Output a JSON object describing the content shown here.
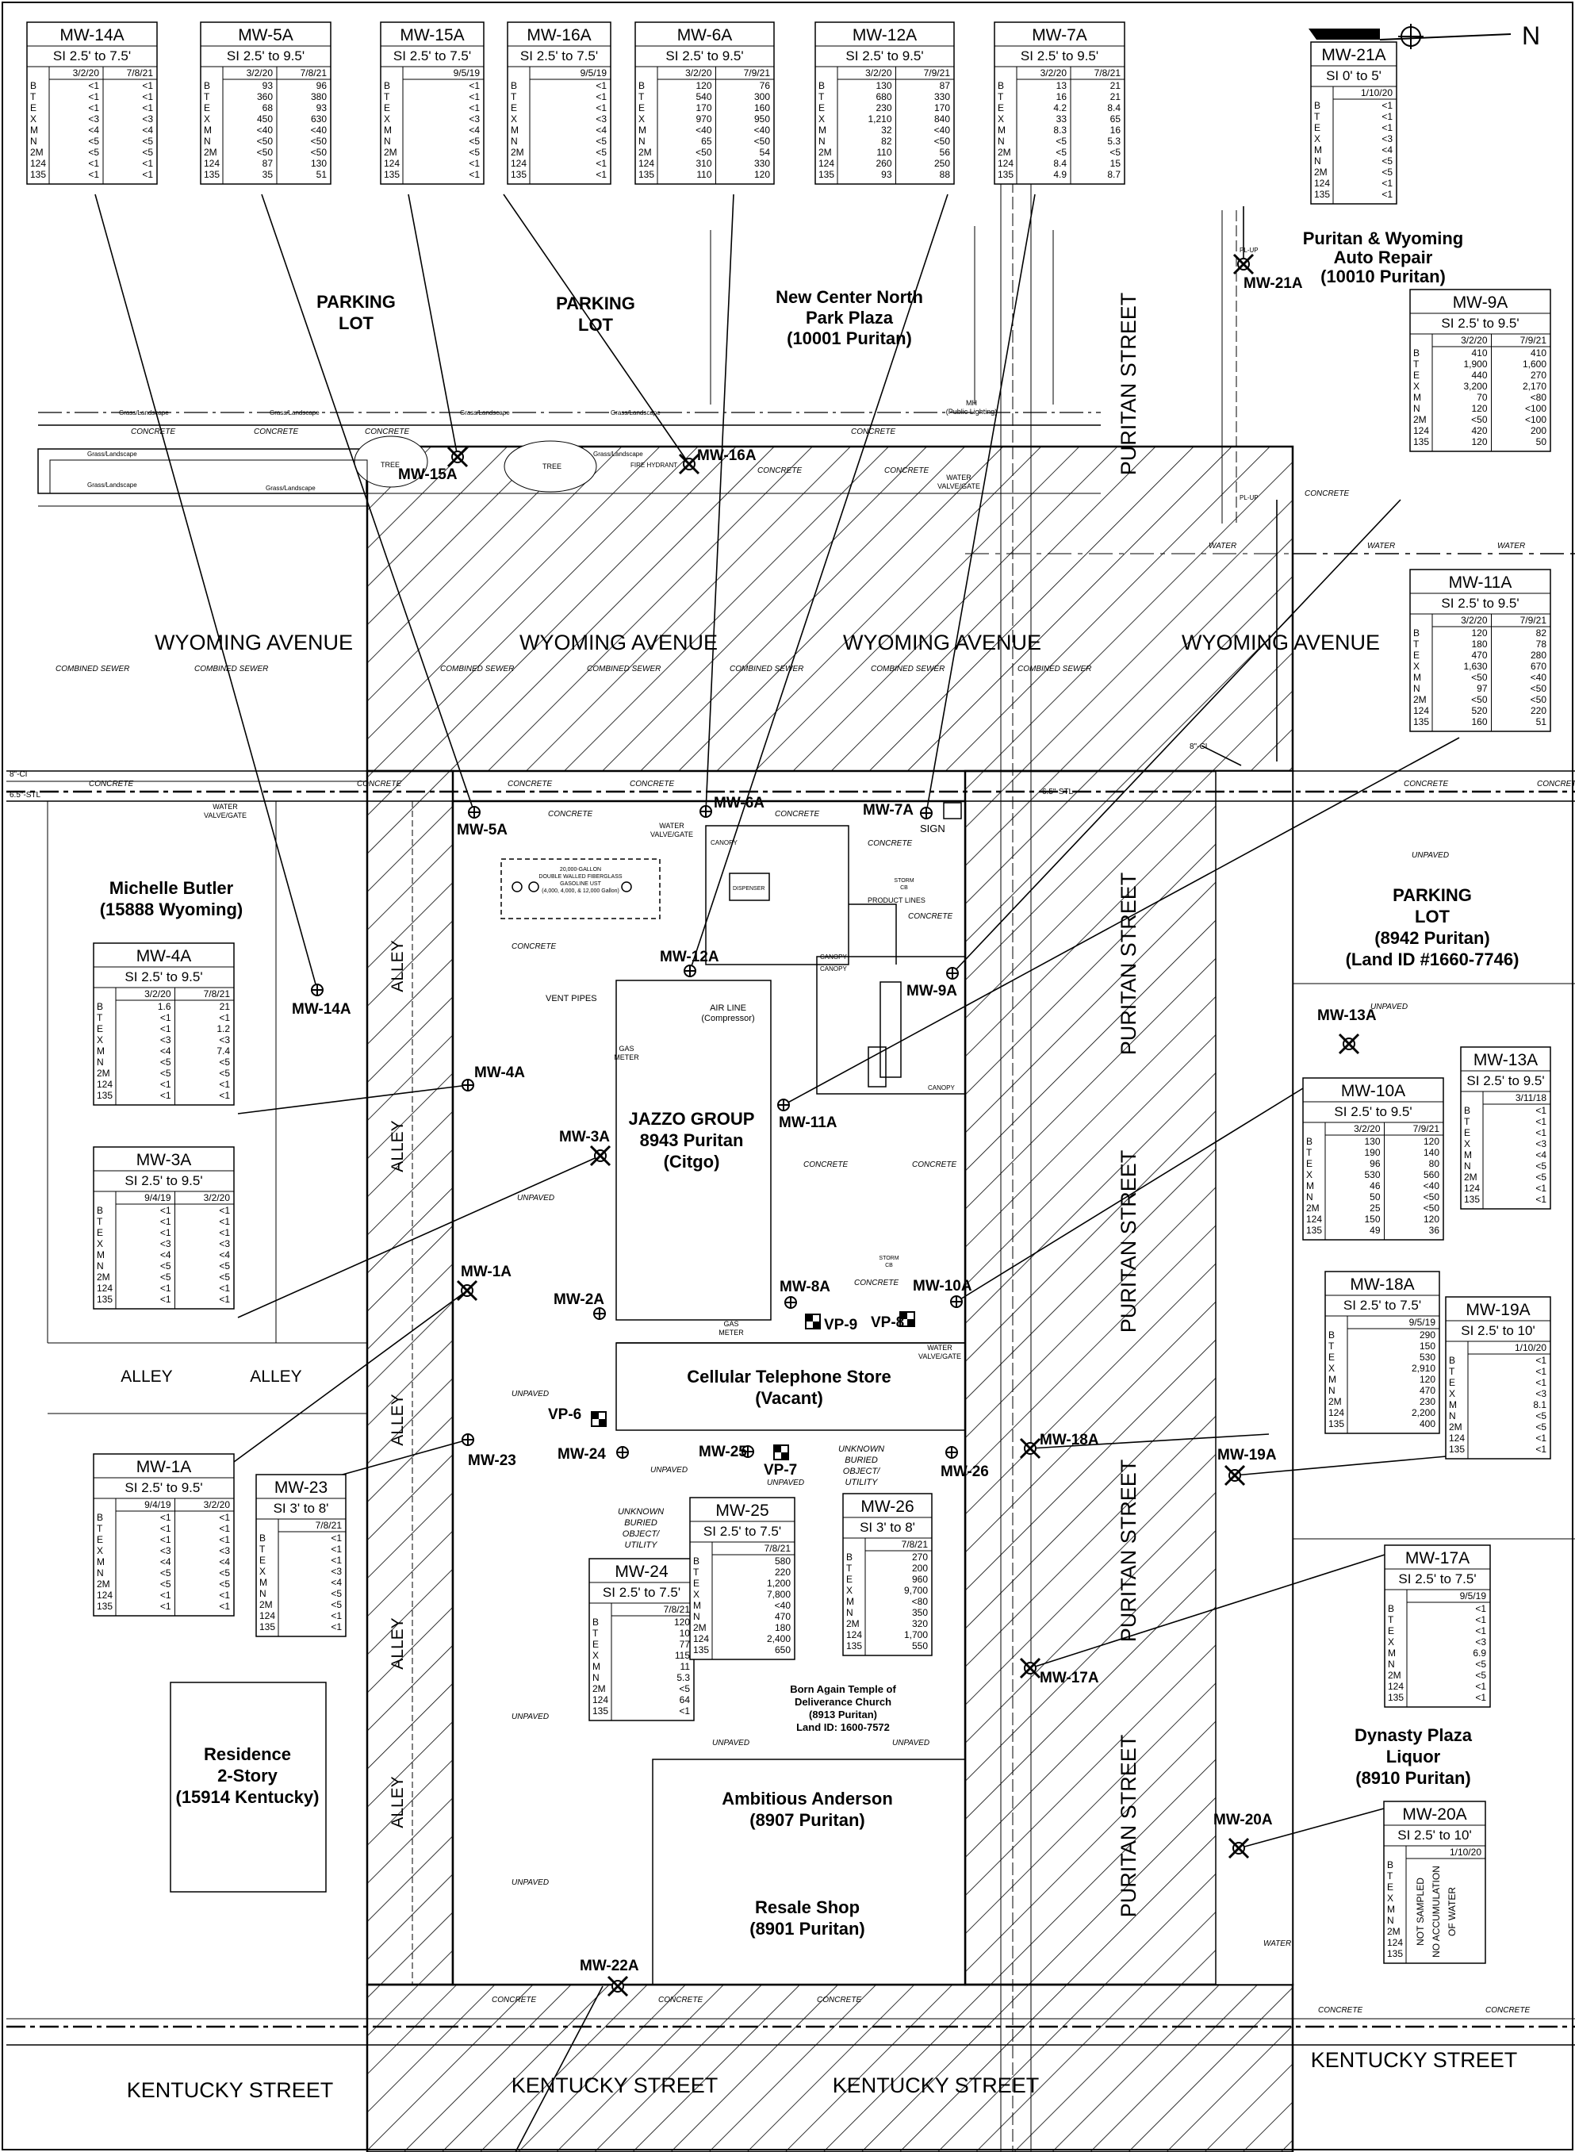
{
  "streets": {
    "wyoming": "WYOMING AVENUE",
    "puritan": "PURITAN STREET",
    "kentucky": "KENTUCKY STREET",
    "alley": "ALLEY"
  },
  "places": {
    "parking_lot": "PARKING LOT",
    "parking_lot_1": "PARKING",
    "parking_lot_2": "LOT",
    "new_center": [
      "New Center North",
      "Park Plaza",
      "(10001 Puritan)"
    ],
    "auto_repair": [
      "Puritan & Wyoming",
      "Auto Repair",
      "(10010 Puritan)"
    ],
    "michelle": [
      "Michelle Butler",
      "(15888 Wyoming)"
    ],
    "jazzo": [
      "JAZZO GROUP",
      "8943 Puritan",
      "(Citgo)"
    ],
    "cellular": [
      "Cellular Telephone Store",
      "(Vacant)"
    ],
    "parking_east": [
      "PARKING",
      "LOT",
      "(8942 Puritan)",
      "(Land ID #1660-7746)"
    ],
    "residence": [
      "Residence",
      "2-Story",
      "(15914 Kentucky)"
    ],
    "church": [
      "Born Again Temple of",
      "Deliverance Church",
      "(8913 Puritan)",
      "Land ID: 1600-7572"
    ],
    "ambitious": [
      "Ambitious Anderson",
      "(8907 Puritan)"
    ],
    "resale": [
      "Resale Shop",
      "(8901 Puritan)"
    ],
    "dynasty": [
      "Dynasty Plaza",
      "Liquor",
      "(8910 Puritan)"
    ]
  },
  "notes": {
    "concrete": "CONCRETE",
    "unpaved": "UNPAVED",
    "water": "WATER",
    "combined_sewer": "COMBINED SEWER",
    "vent_pipes": "VENT PIPES",
    "air_line": [
      "AIR LINE",
      "(Compressor)"
    ],
    "gas_meter": [
      "GAS",
      "METER"
    ],
    "canopy": "CANOPY",
    "dispenser": "DISPENSER",
    "product_lines": "PRODUCT LINES",
    "sign": "SIGN",
    "ust": [
      "20,000-GALLON",
      "DOUBLE WALLED FIBERGLASS",
      "GASOLINE UST",
      "(4,000, 4,000, & 12,000 Gallon)"
    ],
    "unknown": [
      "UNKNOWN",
      "BURIED",
      "OBJECT/",
      "UTILITY"
    ],
    "water_valve": [
      "WATER",
      "VALVE/GATE"
    ],
    "storm": [
      "STORM",
      "CB"
    ],
    "mh": [
      "MH",
      "(Public Lighting)"
    ],
    "fire_hydrant": "FIRE HYDRANT",
    "pl_up": "PL-UP",
    "ci": "8\"-CI",
    "stl": "6.5\"-STL",
    "tree": "TREE",
    "grass": "Grass/Landscape",
    "north": "N"
  },
  "param_labels": [
    "B",
    "T",
    "E",
    "X",
    "M",
    "N",
    "2M",
    "124",
    "135"
  ],
  "wells": [
    {
      "id": "MW-14A",
      "label": "MW-14A",
      "type": "dot"
    },
    {
      "id": "MW-5A",
      "label": "MW-5A",
      "type": "dot"
    },
    {
      "id": "MW-15A",
      "label": "MW-15A",
      "type": "x"
    },
    {
      "id": "MW-16A",
      "label": "MW-16A",
      "type": "x"
    },
    {
      "id": "MW-6A",
      "label": "MW-6A",
      "type": "dot"
    },
    {
      "id": "MW-12A",
      "label": "MW-12A",
      "type": "dot"
    },
    {
      "id": "MW-7A",
      "label": "MW-7A",
      "type": "dot"
    },
    {
      "id": "MW-21A",
      "label": "MW-21A",
      "type": "x"
    },
    {
      "id": "MW-9A",
      "label": "MW-9A",
      "type": "dot"
    },
    {
      "id": "MW-4A",
      "label": "MW-4A",
      "type": "dot"
    },
    {
      "id": "MW-3A",
      "label": "MW-3A",
      "type": "x"
    },
    {
      "id": "MW-11A",
      "label": "MW-11A",
      "type": "dot"
    },
    {
      "id": "MW-13A",
      "label": "MW-13A",
      "type": "x"
    },
    {
      "id": "MW-1A",
      "label": "MW-1A",
      "type": "x"
    },
    {
      "id": "MW-2A",
      "label": "MW-2A",
      "type": "dot"
    },
    {
      "id": "MW-8A",
      "label": "MW-8A",
      "type": "dot"
    },
    {
      "id": "MW-10A",
      "label": "MW-10A",
      "type": "dot"
    },
    {
      "id": "MW-23",
      "label": "MW-23",
      "type": "dot"
    },
    {
      "id": "MW-24",
      "label": "MW-24",
      "type": "dot"
    },
    {
      "id": "MW-25",
      "label": "MW-25",
      "type": "dot"
    },
    {
      "id": "MW-26",
      "label": "MW-26",
      "type": "dot"
    },
    {
      "id": "MW-18A",
      "label": "MW-18A",
      "type": "x"
    },
    {
      "id": "MW-19A",
      "label": "MW-19A",
      "type": "x"
    },
    {
      "id": "MW-17A",
      "label": "MW-17A",
      "type": "x"
    },
    {
      "id": "MW-20A",
      "label": "MW-20A",
      "type": "x"
    },
    {
      "id": "MW-22A",
      "label": "MW-22A",
      "type": "x"
    },
    {
      "id": "VP-6",
      "label": "VP-6",
      "type": "vp"
    },
    {
      "id": "VP-7",
      "label": "VP-7",
      "type": "vp"
    },
    {
      "id": "VP-8",
      "label": "VP-8",
      "type": "vp"
    },
    {
      "id": "VP-9",
      "label": "VP-9",
      "type": "vp"
    }
  ],
  "tables": [
    {
      "id": "MW-14A",
      "title": "MW-14A",
      "screen": "SI 2.5' to 7.5'",
      "dates": [
        "3/2/20",
        "7/8/21"
      ],
      "rows": [
        [
          "<1",
          "<1"
        ],
        [
          "<1",
          "<1"
        ],
        [
          "<1",
          "<1"
        ],
        [
          "<3",
          "<3"
        ],
        [
          "<4",
          "<4"
        ],
        [
          "<5",
          "<5"
        ],
        [
          "<5",
          "<5"
        ],
        [
          "<1",
          "<1"
        ],
        [
          "<1",
          "<1"
        ]
      ]
    },
    {
      "id": "MW-5A",
      "title": "MW-5A",
      "screen": "SI 2.5' to 9.5'",
      "dates": [
        "3/2/20",
        "7/8/21"
      ],
      "rows": [
        [
          "93",
          "96"
        ],
        [
          "360",
          "380"
        ],
        [
          "68",
          "93"
        ],
        [
          "450",
          "630"
        ],
        [
          "<40",
          "<40"
        ],
        [
          "<50",
          "<50"
        ],
        [
          "<50",
          "<50"
        ],
        [
          "87",
          "130"
        ],
        [
          "35",
          "51"
        ]
      ]
    },
    {
      "id": "MW-15A",
      "title": "MW-15A",
      "screen": "SI 2.5' to 7.5'",
      "dates": [
        "9/5/19"
      ],
      "rows": [
        [
          "<1"
        ],
        [
          "<1"
        ],
        [
          "<1"
        ],
        [
          "<3"
        ],
        [
          "<4"
        ],
        [
          "<5"
        ],
        [
          "<5"
        ],
        [
          "<1"
        ],
        [
          "<1"
        ]
      ]
    },
    {
      "id": "MW-16A",
      "title": "MW-16A",
      "screen": "SI 2.5' to 7.5'",
      "dates": [
        "9/5/19"
      ],
      "rows": [
        [
          "<1"
        ],
        [
          "<1"
        ],
        [
          "<1"
        ],
        [
          "<3"
        ],
        [
          "<4"
        ],
        [
          "<5"
        ],
        [
          "<5"
        ],
        [
          "<1"
        ],
        [
          "<1"
        ]
      ]
    },
    {
      "id": "MW-6A",
      "title": "MW-6A",
      "screen": "SI 2.5' to 9.5'",
      "dates": [
        "3/2/20",
        "7/9/21"
      ],
      "rows": [
        [
          "120",
          "76"
        ],
        [
          "540",
          "300"
        ],
        [
          "170",
          "160"
        ],
        [
          "970",
          "950"
        ],
        [
          "<40",
          "<40"
        ],
        [
          "65",
          "<50"
        ],
        [
          "<50",
          "54"
        ],
        [
          "310",
          "330"
        ],
        [
          "110",
          "120"
        ]
      ]
    },
    {
      "id": "MW-12A",
      "title": "MW-12A",
      "screen": "SI 2.5' to 9.5'",
      "dates": [
        "3/2/20",
        "7/9/21"
      ],
      "rows": [
        [
          "130",
          "87"
        ],
        [
          "680",
          "330"
        ],
        [
          "230",
          "170"
        ],
        [
          "1,210",
          "840"
        ],
        [
          "32",
          "<40"
        ],
        [
          "82",
          "<50"
        ],
        [
          "110",
          "56"
        ],
        [
          "260",
          "250"
        ],
        [
          "93",
          "88"
        ]
      ]
    },
    {
      "id": "MW-7A",
      "title": "MW-7A",
      "screen": "SI 2.5' to 9.5'",
      "dates": [
        "3/2/20",
        "7/8/21"
      ],
      "rows": [
        [
          "13",
          "21"
        ],
        [
          "16",
          "21"
        ],
        [
          "4.2",
          "8.4"
        ],
        [
          "33",
          "65"
        ],
        [
          "8.3",
          "16"
        ],
        [
          "<5",
          "5.3"
        ],
        [
          "<5",
          "<5"
        ],
        [
          "8.4",
          "15"
        ],
        [
          "4.9",
          "8.7"
        ]
      ]
    },
    {
      "id": "MW-21A",
      "title": "MW-21A",
      "screen": "SI 0' to 5'",
      "dates": [
        "1/10/20"
      ],
      "rows": [
        [
          "<1"
        ],
        [
          "<1"
        ],
        [
          "<1"
        ],
        [
          "<3"
        ],
        [
          "<4"
        ],
        [
          "<5"
        ],
        [
          "<5"
        ],
        [
          "<1"
        ],
        [
          "<1"
        ]
      ]
    },
    {
      "id": "MW-9A",
      "title": "MW-9A",
      "screen": "SI 2.5' to 9.5'",
      "dates": [
        "3/2/20",
        "7/9/21"
      ],
      "rows": [
        [
          "410",
          "410"
        ],
        [
          "1,900",
          "1,600"
        ],
        [
          "440",
          "270"
        ],
        [
          "3,200",
          "2,170"
        ],
        [
          "70",
          "<80"
        ],
        [
          "120",
          "<100"
        ],
        [
          "<50",
          "<100"
        ],
        [
          "420",
          "200"
        ],
        [
          "120",
          "50"
        ]
      ]
    },
    {
      "id": "MW-11A",
      "title": "MW-11A",
      "screen": "SI 2.5' to 9.5'",
      "dates": [
        "3/2/20",
        "7/9/21"
      ],
      "rows": [
        [
          "120",
          "82"
        ],
        [
          "180",
          "78"
        ],
        [
          "470",
          "280"
        ],
        [
          "1,630",
          "670"
        ],
        [
          "<50",
          "<40"
        ],
        [
          "97",
          "<50"
        ],
        [
          "<50",
          "<50"
        ],
        [
          "520",
          "220"
        ],
        [
          "160",
          "51"
        ]
      ]
    },
    {
      "id": "MW-4A",
      "title": "MW-4A",
      "screen": "SI 2.5' to 9.5'",
      "dates": [
        "3/2/20",
        "7/8/21"
      ],
      "rows": [
        [
          "1.6",
          "21"
        ],
        [
          "<1",
          "<1"
        ],
        [
          "<1",
          "1.2"
        ],
        [
          "<3",
          "<3"
        ],
        [
          "<4",
          "7.4"
        ],
        [
          "<5",
          "<5"
        ],
        [
          "<5",
          "<5"
        ],
        [
          "<1",
          "<1"
        ],
        [
          "<1",
          "<1"
        ]
      ]
    },
    {
      "id": "MW-3A",
      "title": "MW-3A",
      "screen": "SI 2.5' to 9.5'",
      "dates": [
        "9/4/19",
        "3/2/20"
      ],
      "rows": [
        [
          "<1",
          "<1"
        ],
        [
          "<1",
          "<1"
        ],
        [
          "<1",
          "<1"
        ],
        [
          "<3",
          "<3"
        ],
        [
          "<4",
          "<4"
        ],
        [
          "<5",
          "<5"
        ],
        [
          "<5",
          "<5"
        ],
        [
          "<1",
          "<1"
        ],
        [
          "<1",
          "<1"
        ]
      ]
    },
    {
      "id": "MW-13A",
      "title": "MW-13A",
      "screen": "SI 2.5' to 9.5'",
      "dates": [
        "3/11/18"
      ],
      "rows": [
        [
          "<1"
        ],
        [
          "<1"
        ],
        [
          "<1"
        ],
        [
          "<3"
        ],
        [
          "<4"
        ],
        [
          "<5"
        ],
        [
          "<5"
        ],
        [
          "<1"
        ],
        [
          "<1"
        ]
      ]
    },
    {
      "id": "MW-10A",
      "title": "MW-10A",
      "screen": "SI 2.5' to 9.5'",
      "dates": [
        "3/2/20",
        "7/9/21"
      ],
      "rows": [
        [
          "130",
          "120"
        ],
        [
          "190",
          "140"
        ],
        [
          "96",
          "80"
        ],
        [
          "530",
          "560"
        ],
        [
          "46",
          "<40"
        ],
        [
          "50",
          "<50"
        ],
        [
          "25",
          "<50"
        ],
        [
          "150",
          "120"
        ],
        [
          "49",
          "36"
        ]
      ]
    },
    {
      "id": "MW-18A",
      "title": "MW-18A",
      "screen": "SI 2.5' to 7.5'",
      "dates": [
        "9/5/19"
      ],
      "rows": [
        [
          "290"
        ],
        [
          "150"
        ],
        [
          "530"
        ],
        [
          "2,910"
        ],
        [
          "120"
        ],
        [
          "470"
        ],
        [
          "230"
        ],
        [
          "2,200"
        ],
        [
          "400"
        ]
      ]
    },
    {
      "id": "MW-19A",
      "title": "MW-19A",
      "screen": "SI 2.5' to 10'",
      "dates": [
        "1/10/20"
      ],
      "rows": [
        [
          "<1"
        ],
        [
          "<1"
        ],
        [
          "<1"
        ],
        [
          "<3"
        ],
        [
          "8.1"
        ],
        [
          "<5"
        ],
        [
          "<5"
        ],
        [
          "<1"
        ],
        [
          "<1"
        ]
      ]
    },
    {
      "id": "MW-1A",
      "title": "MW-1A",
      "screen": "SI 2.5' to 9.5'",
      "dates": [
        "9/4/19",
        "3/2/20"
      ],
      "rows": [
        [
          "<1",
          "<1"
        ],
        [
          "<1",
          "<1"
        ],
        [
          "<1",
          "<1"
        ],
        [
          "<3",
          "<3"
        ],
        [
          "<4",
          "<4"
        ],
        [
          "<5",
          "<5"
        ],
        [
          "<5",
          "<5"
        ],
        [
          "<1",
          "<1"
        ],
        [
          "<1",
          "<1"
        ]
      ]
    },
    {
      "id": "MW-23",
      "title": "MW-23",
      "screen": "SI 3' to 8'",
      "dates": [
        "7/8/21"
      ],
      "rows": [
        [
          "<1"
        ],
        [
          "<1"
        ],
        [
          "<1"
        ],
        [
          "<3"
        ],
        [
          "<4"
        ],
        [
          "<5"
        ],
        [
          "<5"
        ],
        [
          "<1"
        ],
        [
          "<1"
        ]
      ]
    },
    {
      "id": "MW-24",
      "title": "MW-24",
      "screen": "SI 2.5' to 7.5'",
      "dates": [
        "7/8/21"
      ],
      "rows": [
        [
          "120"
        ],
        [
          "10"
        ],
        [
          "77"
        ],
        [
          "115"
        ],
        [
          "11"
        ],
        [
          "5.3"
        ],
        [
          "<5"
        ],
        [
          "64"
        ],
        [
          "<1"
        ]
      ]
    },
    {
      "id": "MW-25",
      "title": "MW-25",
      "screen": "SI 2.5' to 7.5'",
      "dates": [
        "7/8/21"
      ],
      "rows": [
        [
          "580"
        ],
        [
          "220"
        ],
        [
          "1,200"
        ],
        [
          "7,800"
        ],
        [
          "<40"
        ],
        [
          "470"
        ],
        [
          "180"
        ],
        [
          "2,400"
        ],
        [
          "650"
        ]
      ]
    },
    {
      "id": "MW-26",
      "title": "MW-26",
      "screen": "SI 3' to 8'",
      "dates": [
        "7/8/21"
      ],
      "rows": [
        [
          "270"
        ],
        [
          "200"
        ],
        [
          "960"
        ],
        [
          "9,700"
        ],
        [
          "<80"
        ],
        [
          "350"
        ],
        [
          "320"
        ],
        [
          "1,700"
        ],
        [
          "550"
        ]
      ]
    },
    {
      "id": "MW-17A",
      "title": "MW-17A",
      "screen": "SI 2.5' to 7.5'",
      "dates": [
        "9/5/19"
      ],
      "rows": [
        [
          "<1"
        ],
        [
          "<1"
        ],
        [
          "<1"
        ],
        [
          "<3"
        ],
        [
          "6.9"
        ],
        [
          "<5"
        ],
        [
          "<5"
        ],
        [
          "<1"
        ],
        [
          "<1"
        ]
      ]
    },
    {
      "id": "MW-20A",
      "title": "MW-20A",
      "screen": "SI 2.5' to 10'",
      "dates": [
        "1/10/20"
      ],
      "rows": [
        [
          "NOT SAMPLED"
        ],
        [
          "NO ACCUMULATION"
        ],
        [
          "OF WATER"
        ]
      ],
      "vertical_note": true
    }
  ]
}
